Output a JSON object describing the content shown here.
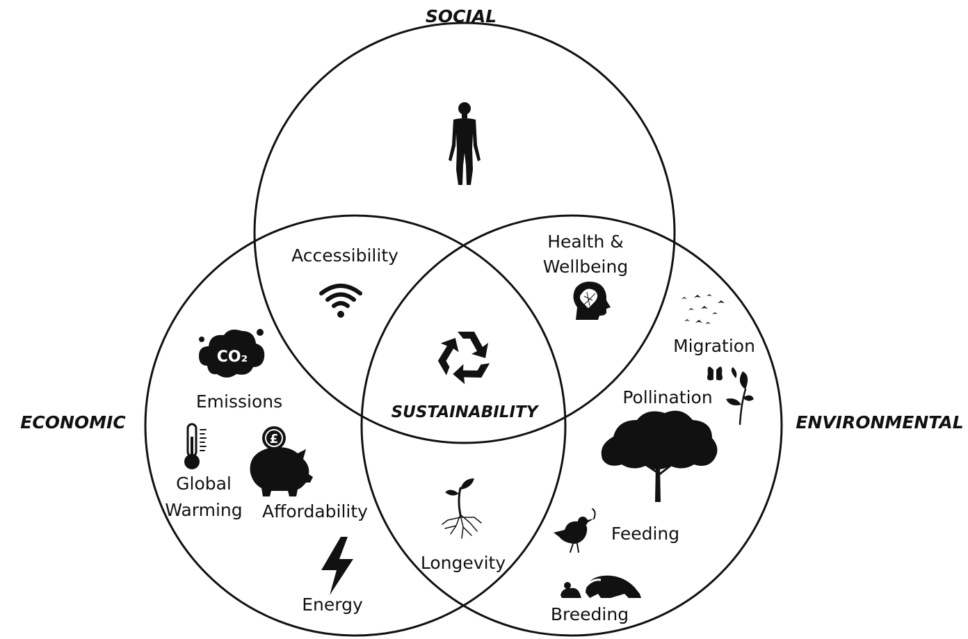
{
  "pillars": {
    "social": "SOCIAL",
    "economic": "ECONOMIC",
    "environmental": "ENVIRONMENTAL"
  },
  "center": {
    "label": "SUSTAINABILITY",
    "icon": "recycle-icon"
  },
  "social_only": {
    "icon": "human-figure-icon"
  },
  "social_economic": {
    "label": "Accessibility",
    "icon": "wifi-icon"
  },
  "social_environmental": {
    "label_line1": "Health &",
    "label_line2": "Wellbeing",
    "icon": "head-brain-icon"
  },
  "economic_environmental": {
    "label": "Longevity",
    "icon": "seedling-icon"
  },
  "economic_items": {
    "emissions": {
      "label": "Emissions",
      "icon": "co2-cloud-icon",
      "icon_text": "CO₂"
    },
    "global_warming": {
      "label_line1": "Global",
      "label_line2": "Warming",
      "icon": "thermometer-icon"
    },
    "affordability": {
      "label": "Affordability",
      "icon": "piggy-bank-icon",
      "icon_text": "£"
    },
    "energy": {
      "label": "Energy",
      "icon": "lightning-icon"
    }
  },
  "environmental_items": {
    "migration": {
      "label": "Migration",
      "icon": "flying-birds-icon"
    },
    "pollination": {
      "label": "Pollination",
      "icon": "butterfly-flower-icon",
      "icon2": "tree-icon"
    },
    "feeding": {
      "label": "Feeding",
      "icon": "bird-worm-icon"
    },
    "breeding": {
      "label": "Breeding",
      "icon": "badger-family-icon"
    }
  }
}
